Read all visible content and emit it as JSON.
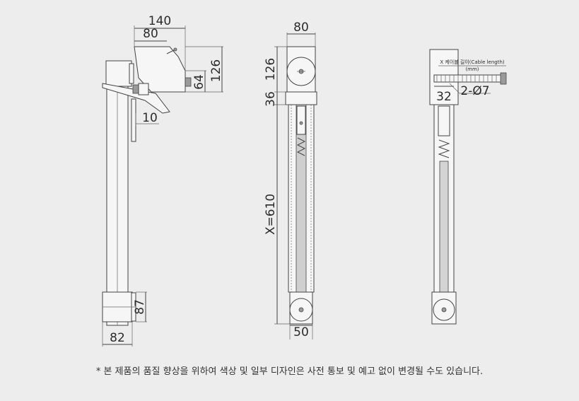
{
  "side_view": {
    "dim_140": "140",
    "dim_80": "80",
    "dim_64": "64",
    "dim_126": "126",
    "dim_10": "10",
    "dim_87": "87",
    "dim_82": "82"
  },
  "front_view": {
    "dim_80": "80",
    "dim_126": "126",
    "dim_36": "36",
    "dim_x": "X=610",
    "dim_50": "50"
  },
  "back_view": {
    "cable_label": "X 케이블 길이(Cable length)",
    "cable_unit": "(mm)",
    "dim_32": "32",
    "dim_holes": "2-Ø7"
  },
  "footnote": "* 본 제품의 품질 향상을 위하여 색상 및 일부 디자인은 사전 통보 및 예고 없이 변경될 수도 있습니다."
}
